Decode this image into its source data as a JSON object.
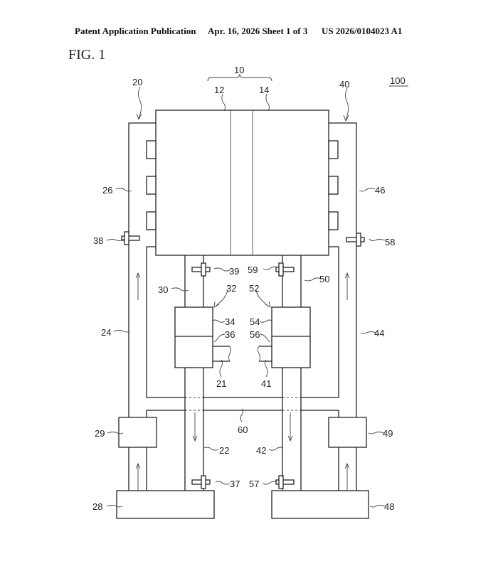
{
  "header": {
    "publication": "Patent Application Publication",
    "date_sheet": "Apr. 16, 2026  Sheet 1 of 3",
    "number": "US 2026/0104023 A1"
  },
  "figure_title": "FIG. 1",
  "labels": {
    "l100": "100",
    "l10": "10",
    "l12": "12",
    "l14": "14",
    "l20": "20",
    "l40": "40",
    "l26": "26",
    "l46": "46",
    "l38": "38",
    "l58": "58",
    "l39": "39",
    "l59": "59",
    "l30": "30",
    "l50": "50",
    "l32": "32",
    "l52": "52",
    "l34": "34",
    "l54": "54",
    "l36": "36",
    "l56": "56",
    "l24": "24",
    "l44": "44",
    "l21": "21",
    "l41": "41",
    "l60": "60",
    "l29": "29",
    "l49": "49",
    "l22": "22",
    "l42": "42",
    "l37": "37",
    "l57": "57",
    "l28": "28",
    "l48": "48"
  }
}
